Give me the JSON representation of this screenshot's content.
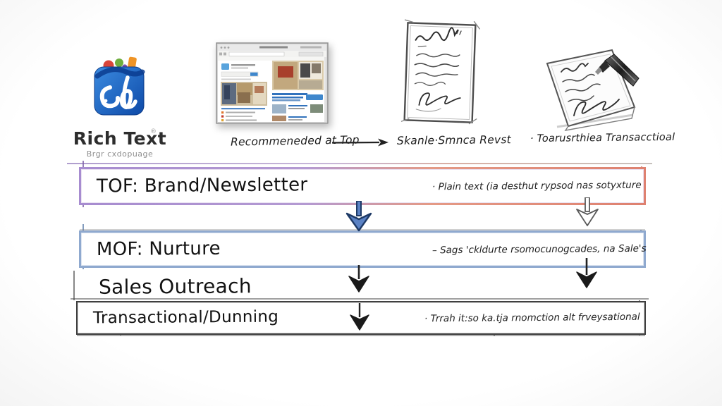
{
  "logo": {
    "title": "Rich Text",
    "tagline": "Brgr cxdopuage",
    "registered_mark": "®",
    "colors": {
      "square_blue": "#1f64c8",
      "accent_red": "#d8453a",
      "accent_green": "#6fae3e",
      "accent_orange": "#ef9426"
    }
  },
  "top_items": {
    "browser_caption": "Recommeneded at Top",
    "middle_doc_caption": "Skanle·Smnca Revst",
    "right_doc_caption": "· Toarusrthiea Transacctioal"
  },
  "funnel_rows": [
    {
      "id": "tof",
      "title": "TOF: Brand/Newsletter",
      "note": "· Plain text (ia desthut rypsod nas sotyxture",
      "left_color": "#a78cd0",
      "right_color": "#de8170"
    },
    {
      "id": "mof",
      "title": "MOF: Nurture",
      "note": "– Sags 'ckldurte rsomocunogcades, na Sale's",
      "color": "#8fa9cf"
    },
    {
      "id": "sales",
      "title": "Sales Outreach"
    },
    {
      "id": "transactional",
      "title": "Transactional/Dunning",
      "note": "· Trrah it:so ka.tja rnomction alt frveysational",
      "color": "#3f3f3f"
    }
  ],
  "arrows": {
    "blue_fill": "#5b82c4",
    "blue_stroke": "#1e3a66",
    "white_fill": "#ffffff",
    "black_fill": "#1a1a1a"
  }
}
